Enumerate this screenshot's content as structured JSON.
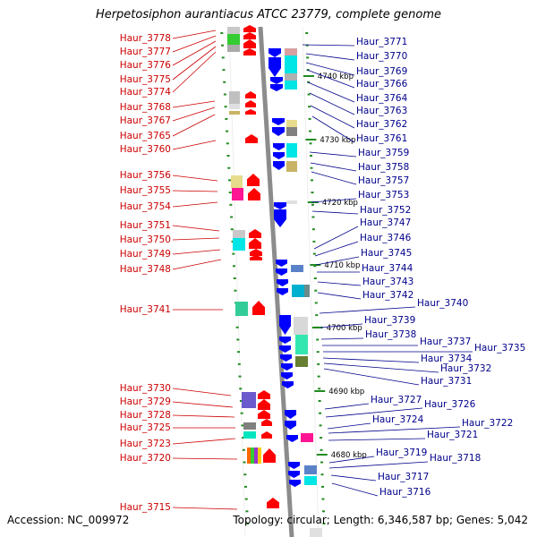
{
  "title": "Herpetosiphon aurantiacus ATCC 23779, complete genome",
  "accession": "Accession: NC_009972",
  "summary": "Topology: circular; Length: 6,346,587 bp; Genes: 5,042",
  "colors": {
    "left_labels": "#cc0000",
    "right_labels": "#00008b",
    "backbone": "#8c8c8c",
    "ticks": "#228b22"
  },
  "kbp_markers": [
    "4740 kbp",
    "4730 kbp",
    "4720 kbp",
    "4710 kbp",
    "4700 kbp",
    "4690 kbp",
    "4680 kbp"
  ],
  "left_genes": [
    "Haur_3778",
    "Haur_3777",
    "Haur_3776",
    "Haur_3775",
    "Haur_3774",
    "Haur_3768",
    "Haur_3767",
    "Haur_3765",
    "Haur_3760",
    "Haur_3756",
    "Haur_3755",
    "Haur_3754",
    "Haur_3751",
    "Haur_3750",
    "Haur_3749",
    "Haur_3748",
    "Haur_3741",
    "Haur_3730",
    "Haur_3729",
    "Haur_3728",
    "Haur_3725",
    "Haur_3723",
    "Haur_3720",
    "Haur_3715"
  ],
  "right_genes": [
    "Haur_3771",
    "Haur_3770",
    "Haur_3769",
    "Haur_3766",
    "Haur_3764",
    "Haur_3763",
    "Haur_3762",
    "Haur_3761",
    "Haur_3759",
    "Haur_3758",
    "Haur_3757",
    "Haur_3753",
    "Haur_3752",
    "Haur_3747",
    "Haur_3746",
    "Haur_3745",
    "Haur_3744",
    "Haur_3743",
    "Haur_3742",
    "Haur_3740",
    "Haur_3739",
    "Haur_3738",
    "Haur_3737",
    "Haur_3735",
    "Haur_3734",
    "Haur_3732",
    "Haur_3731",
    "Haur_3727",
    "Haur_3726",
    "Haur_3724",
    "Haur_3722",
    "Haur_3721",
    "Haur_3719",
    "Haur_3718",
    "Haur_3717",
    "Haur_3716"
  ]
}
